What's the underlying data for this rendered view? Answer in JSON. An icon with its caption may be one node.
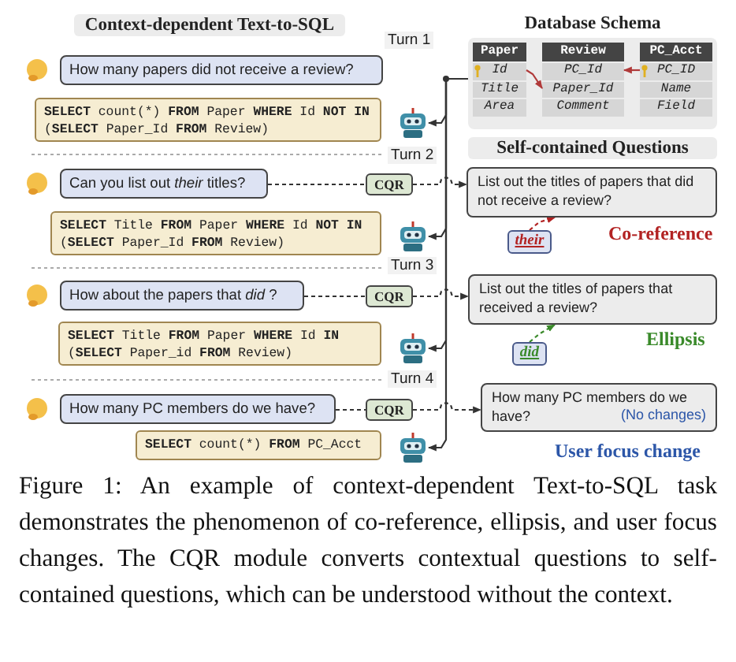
{
  "diagram": {
    "caption": "Figure 1: An example of context-dependent Text-to-SQL task demonstrates the phenomenon of co-reference, ellipsis, and user focus changes. The CQR module converts contextual questions to self-contained questions, which can be understood without the context.",
    "nodes": [
      {
        "text": [
          "How many papers did not receive a review?"
        ]
      },
      {
        "text": [
          "**SELECT** count(*) **FROM** Paper **WHERE** Id **NOT IN** (**SELECT** Paper_Id **FROM** Review)"
        ]
      },
      {
        "text": [
          "Can you list out *their* titles?"
        ]
      },
      {
        "text": [
          "CQR"
        ]
      },
      {
        "text": [
          "**SELECT** Title **FROM** Paper **WHERE** Id **NOT IN** (**SELECT** Paper_Id **FROM** Review)"
        ]
      },
      {
        "text": [
          "How about the papers that *did* ?"
        ]
      },
      {
        "text": [
          "CQR"
        ]
      },
      {
        "text": [
          "**SELECT** Title **FROM** Paper **WHERE** Id **IN** (**SELECT** Paper_id **FROM** Review)"
        ]
      },
      {
        "text": [
          "How many PC members do we have?"
        ]
      },
      {
        "text": [
          "CQR"
        ]
      },
      {
        "text": [
          "**SELECT** count(*) **FROM** PC_Acct"
        ]
      },
      {
        "text": [],
        "shape": "robot"
      },
      {
        "text": [],
        "shape": "robot"
      },
      {
        "text": [],
        "shape": "robot"
      },
      {
        "text": [],
        "shape": "robot"
      },
      {
        "text": [
          "Database Schema"
        ]
      },
      {
        "text": [
          "Paper",
          "Id",
          "Title",
          "Area"
        ],
        "in": 15
      },
      {
        "text": [
          "Review",
          "PC_Id",
          "Paper_Id",
          "Comment"
        ],
        "in": 15
      },
      {
        "text": [
          "PC_Acct",
          "PC_ID",
          "Name",
          "Field"
        ],
        "in": 15
      },
      {
        "text": [
          "List out the titles of papers that did not receive a review?"
        ],
        "beside": [
          "Co-reference"
        ]
      },
      {
        "text": [
          "their"
        ]
      },
      {
        "text": [
          "List out the titles of papers that received a review?"
        ],
        "beside": [
          "Ellipsis"
        ]
      },
      {
        "text": [
          "did"
        ]
      },
      {
        "text": [
          "How many PC members do we have?",
          "(No changes)"
        ],
        "beside": [
          "User focus change"
        ]
      }
    ],
    "edges": [
      {
        "from": 15,
        "to": 11,
        "arrow": "to"
      },
      {
        "from": 15,
        "to": 12,
        "arrow": "to"
      },
      {
        "from": 15,
        "to": 13,
        "arrow": "to"
      },
      {
        "from": 15,
        "to": 14,
        "arrow": "to"
      },
      {
        "from": 16,
        "to": 17,
        "arrow": "to",
        "color": "#b03a3a"
      },
      {
        "from": 18,
        "to": 17,
        "arrow": "to",
        "color": "#b03a3a"
      },
      {
        "from": 2,
        "to": 3,
        "arrow": "none",
        "style": "dashed"
      },
      {
        "from": 3,
        "to": 19,
        "arrow": "to",
        "style": "dashed"
      },
      {
        "from": 5,
        "to": 6,
        "arrow": "none",
        "style": "dashed"
      },
      {
        "from": 6,
        "to": 21,
        "arrow": "to",
        "style": "dashed"
      },
      {
        "from": 8,
        "to": 9,
        "arrow": "none",
        "style": "dashed"
      },
      {
        "from": 9,
        "to": 23,
        "arrow": "to",
        "style": "dashed"
      },
      {
        "from": 20,
        "to": 19,
        "arrow": "to",
        "style": "dashed",
        "color": "#b22222"
      },
      {
        "from": 22,
        "to": 21,
        "arrow": "to",
        "style": "dashed",
        "color": "#3a8a2a"
      }
    ],
    "labels": [
      "Context-dependent Text-to-SQL",
      "Turn 1",
      "Self-contained Questions",
      "Turn 2",
      "Turn 3",
      "Turn 4"
    ]
  }
}
